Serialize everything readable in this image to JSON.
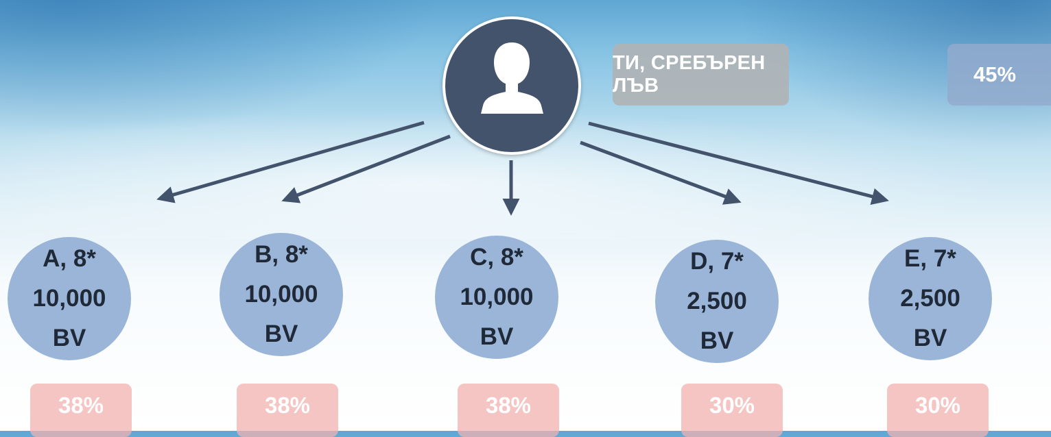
{
  "root": {
    "icon": "person-silhouette-icon",
    "label": "ТИ, СРЕБЪРЕН ЛЪВ",
    "percent": "45%"
  },
  "nodes": [
    {
      "name": "A, 8*",
      "volume": "10,000",
      "unit": "BV",
      "percent": "38%"
    },
    {
      "name": "B, 8*",
      "volume": "10,000",
      "unit": "BV",
      "percent": "38%"
    },
    {
      "name": "C, 8*",
      "volume": "10,000",
      "unit": "BV",
      "percent": "38%"
    },
    {
      "name": "D, 7*",
      "volume": "2,500",
      "unit": "BV",
      "percent": "30%"
    },
    {
      "name": "E, 7*",
      "volume": "2,500",
      "unit": "BV",
      "percent": "30%"
    }
  ],
  "colors": {
    "root_circle": "#43536b",
    "node_circle": "#9ab5d8",
    "label_box": "#afb2b5",
    "root_percent_box": "#92aacd",
    "node_percent_box": "#f0b1af",
    "arrow": "#43536b"
  }
}
